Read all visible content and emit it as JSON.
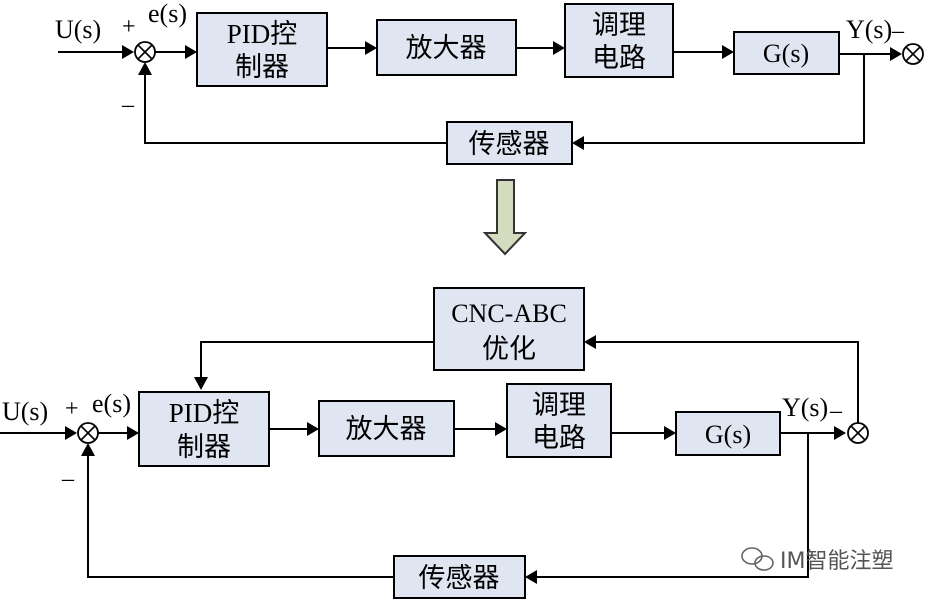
{
  "top": {
    "input_label": "U(s)",
    "error_label": "e(s)",
    "plus_sign": "+",
    "minus_sign": "–",
    "output_label": "Y(s)",
    "output_minus": "–",
    "pid_line1": "PID控",
    "pid_line2": "制器",
    "amplifier": "放大器",
    "cond_line1": "调理",
    "cond_line2": "电路",
    "plant": "G(s)",
    "sensor": "传感器"
  },
  "bottom": {
    "input_label": "U(s)",
    "error_label": "e(s)",
    "plus_sign": "+",
    "minus_sign": "–",
    "output_label": "Y(s)",
    "output_minus": "–",
    "optimizer_line1": "CNC-ABC",
    "optimizer_line2": "优化",
    "pid_line1": "PID控",
    "pid_line2": "制器",
    "amplifier": "放大器",
    "cond_line1": "调理",
    "cond_line2": "电路",
    "plant": "G(s)",
    "sensor": "传感器"
  },
  "watermark": "IM智能注塑",
  "colors": {
    "block_fill": "#dfe6f2",
    "arrow_fill": "#d4dcc0",
    "line": "#000000"
  }
}
